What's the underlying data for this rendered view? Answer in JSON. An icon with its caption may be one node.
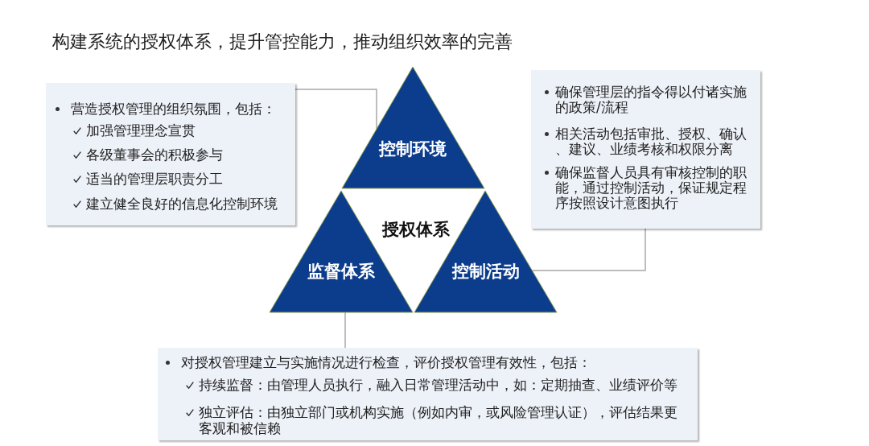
{
  "diagram": {
    "title": "构建系统的授权体系，提升管控能力，推动组织效率的完善",
    "nodes": [
      {
        "text": [
          "营造授权管理的组织氛围，包括：",
          "加强管理理念宣贯",
          "各级董事会的积极参与",
          "适当的管理层职责分工",
          "建立健全良好的信息化控制环境"
        ]
      },
      {
        "text": [
          "控制环境"
        ]
      },
      {
        "text": [
          "确保管理层的指令得以付诸实施的政策/流程",
          "相关活动包括审批、授权、确认、建议、业绩考核和权限分离",
          "确保监督人员具有审核控制的职能，通过控制活动，保证规定程序按照设计意图执行"
        ]
      },
      {
        "text": [
          "监督体系"
        ]
      },
      {
        "text": [
          "控制活动"
        ]
      },
      {
        "text": [
          "对授权管理建立与实施情况进行检查，评价授权管理有效性，包括：",
          "持续监督：由管理人员执行，融入日常管理活动中，如：定期抽查、业绩评价等",
          "独立评估：由独立部门或机构实施（例如内审，或风险管理认证），评估结果更客观和被信赖"
        ]
      }
    ],
    "edges": [
      {
        "from": 0,
        "to": 1,
        "arrow": "none"
      },
      {
        "from": 2,
        "to": 4,
        "arrow": "none"
      },
      {
        "from": 3,
        "to": 5,
        "arrow": "none"
      }
    ],
    "labels": [
      "授权体系"
    ]
  }
}
